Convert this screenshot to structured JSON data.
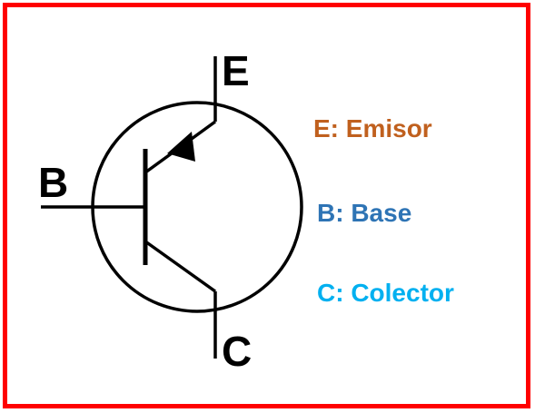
{
  "pins": {
    "emitter": "E",
    "base": "B",
    "collector": "C"
  },
  "legend": {
    "emitter": {
      "text": "E: Emisor",
      "color": "#c0601e"
    },
    "base": {
      "text": "B: Base",
      "color": "#2e74b5"
    },
    "collector": {
      "text": "C: Colector",
      "color": "#00b0f0"
    }
  },
  "colors": {
    "frame": "#ff0000",
    "symbol": "#000000"
  }
}
